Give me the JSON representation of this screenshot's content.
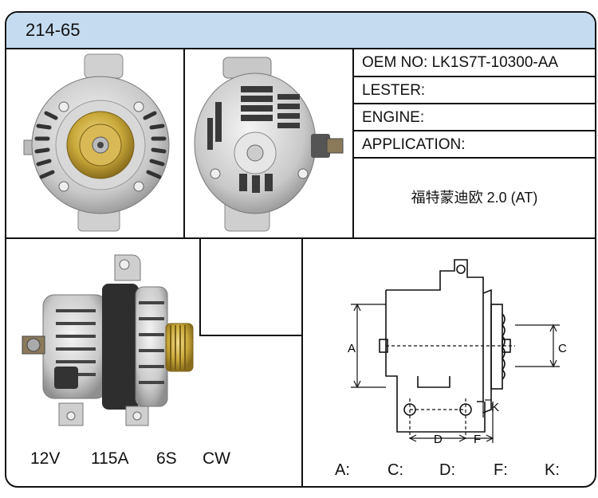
{
  "title": "214-65",
  "info": {
    "oem": "OEM NO: LK1S7T-10300-AA",
    "lester": "LESTER:",
    "engine": "ENGINE:",
    "application": "APPLICATION:",
    "application_value": "福特蒙迪欧 2.0 (AT)"
  },
  "specs": {
    "voltage": "12V",
    "amperage": "115A",
    "pulley": "6S",
    "rotation": "CW"
  },
  "diagram": {
    "label_a": "A",
    "label_c": "C",
    "label_d": "D",
    "label_f": "F",
    "label_k": "K"
  },
  "dimensions": {
    "a": "A:",
    "c": "C:",
    "d": "D:",
    "f": "F:",
    "k": "K:"
  },
  "colors": {
    "header_bg": "#c5dcf0",
    "border": "#111111",
    "pulley_gold": "#c9a93a"
  },
  "icons": [
    "alternator-front-photo",
    "alternator-rear-photo",
    "alternator-side-photo",
    "alternator-dimension-drawing"
  ]
}
